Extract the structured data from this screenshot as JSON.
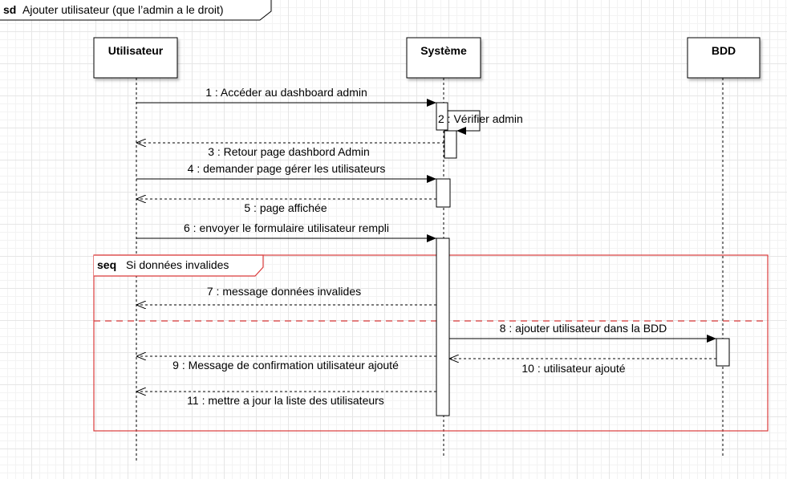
{
  "frame": {
    "keyword": "sd",
    "title": "Ajouter utilisateur (que l’admin a le droit)"
  },
  "actors": [
    {
      "id": "user",
      "name": "Utilisateur"
    },
    {
      "id": "system",
      "name": "Système"
    },
    {
      "id": "db",
      "name": "BDD"
    }
  ],
  "messages": [
    {
      "text": "1 : Accéder au dashboard admin",
      "type": "sync"
    },
    {
      "text": "2 : Vérifier admin",
      "type": "self"
    },
    {
      "text": "3 : Retour page dashbord Admin",
      "type": "return"
    },
    {
      "text": "4 : demander page gérer les utilisateurs",
      "type": "sync"
    },
    {
      "text": "5 : page affichée",
      "type": "return"
    },
    {
      "text": "6 : envoyer le formulaire utilisateur rempli",
      "type": "sync"
    },
    {
      "text": "7 : message données invalides",
      "type": "return"
    },
    {
      "text": "8 : ajouter utilisateur dans la BDD",
      "type": "sync"
    },
    {
      "text": "9 : Message de confirmation utilisateur ajouté",
      "type": "return"
    },
    {
      "text": "10 : utilisateur ajouté",
      "type": "return"
    },
    {
      "text": "11 : mettre a jour la liste des utilisateurs",
      "type": "return"
    }
  ],
  "fragment": {
    "keyword": "seq",
    "condition": "Si données invalides",
    "color": "#d93b3b"
  }
}
